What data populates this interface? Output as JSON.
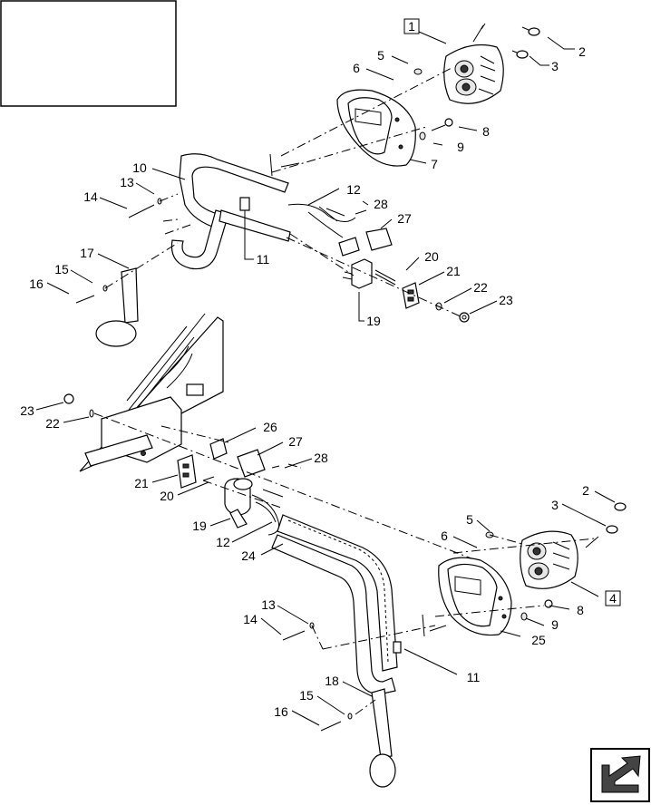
{
  "callouts": [
    {
      "id": "c1",
      "label": "1",
      "boxed": true
    },
    {
      "id": "c2",
      "label": "2"
    },
    {
      "id": "c3",
      "label": "3"
    },
    {
      "id": "c5",
      "label": "5"
    },
    {
      "id": "c6",
      "label": "6"
    },
    {
      "id": "c7",
      "label": "7"
    },
    {
      "id": "c8",
      "label": "8"
    },
    {
      "id": "c9",
      "label": "9"
    },
    {
      "id": "c10",
      "label": "10"
    },
    {
      "id": "c11",
      "label": "11"
    },
    {
      "id": "c12",
      "label": "12"
    },
    {
      "id": "c13",
      "label": "13"
    },
    {
      "id": "c14",
      "label": "14"
    },
    {
      "id": "c15",
      "label": "15"
    },
    {
      "id": "c16",
      "label": "16"
    },
    {
      "id": "c17",
      "label": "17"
    },
    {
      "id": "c19",
      "label": "19"
    },
    {
      "id": "c20",
      "label": "20"
    },
    {
      "id": "c21",
      "label": "21"
    },
    {
      "id": "c22",
      "label": "22"
    },
    {
      "id": "c23",
      "label": "23"
    },
    {
      "id": "c27",
      "label": "27"
    },
    {
      "id": "c28",
      "label": "28"
    },
    {
      "id": "d23",
      "label": "23"
    },
    {
      "id": "d22",
      "label": "22"
    },
    {
      "id": "d26",
      "label": "26"
    },
    {
      "id": "d27",
      "label": "27"
    },
    {
      "id": "d28",
      "label": "28"
    },
    {
      "id": "d21",
      "label": "21"
    },
    {
      "id": "d20",
      "label": "20"
    },
    {
      "id": "d19",
      "label": "19"
    },
    {
      "id": "d12",
      "label": "12"
    },
    {
      "id": "d24",
      "label": "24"
    },
    {
      "id": "d2",
      "label": "2"
    },
    {
      "id": "d3",
      "label": "3"
    },
    {
      "id": "d5",
      "label": "5"
    },
    {
      "id": "d6",
      "label": "6"
    },
    {
      "id": "d4",
      "label": "4",
      "boxed": true
    },
    {
      "id": "d8",
      "label": "8"
    },
    {
      "id": "d9",
      "label": "9"
    },
    {
      "id": "d25",
      "label": "25"
    },
    {
      "id": "d13",
      "label": "13"
    },
    {
      "id": "d14",
      "label": "14"
    },
    {
      "id": "d11",
      "label": "11"
    },
    {
      "id": "d18",
      "label": "18"
    },
    {
      "id": "d15",
      "label": "15"
    },
    {
      "id": "d16",
      "label": "16"
    }
  ],
  "icons": {
    "nav": "next-page-arrow-icon"
  }
}
